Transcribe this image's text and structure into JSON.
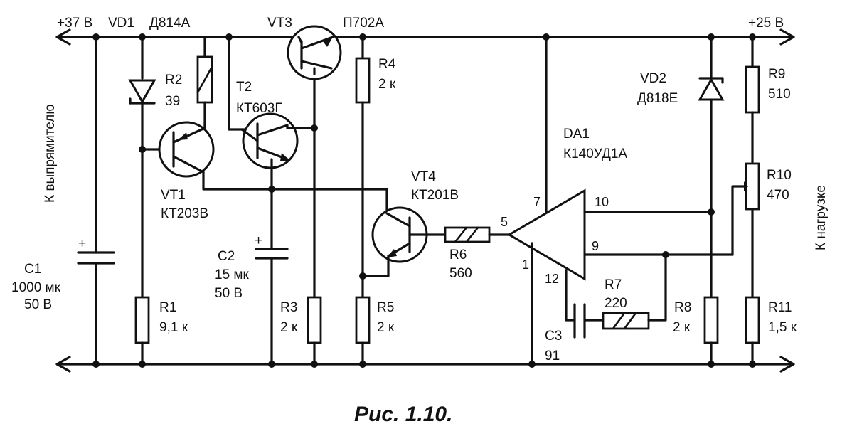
{
  "figure": {
    "caption": "Рис. 1.10."
  },
  "rails": {
    "input_voltage": "+37 В",
    "output_voltage": "+25 В",
    "left_side": "К выпрямителю",
    "right_side": "К нагрузке"
  },
  "components": {
    "VD1": {
      "ref": "VD1",
      "type": "Д814А"
    },
    "VD2": {
      "ref": "VD2",
      "type": "Д818Е"
    },
    "VT1": {
      "ref": "VT1",
      "type": "КТ203В"
    },
    "T2": {
      "ref": "T2",
      "type": "КТ603Г"
    },
    "VT3": {
      "ref": "VT3",
      "type": "П702А"
    },
    "VT4": {
      "ref": "VT4",
      "type": "КТ201В"
    },
    "DA1": {
      "ref": "DA1",
      "type": "К140УД1А"
    },
    "C1": {
      "ref": "C1",
      "value": "1000 мк",
      "voltage": "50 В"
    },
    "C2": {
      "ref": "C2",
      "value": "15 мк",
      "voltage": "50 В"
    },
    "C3": {
      "ref": "C3",
      "value": "91"
    },
    "R1": {
      "ref": "R1",
      "value": "9,1 к"
    },
    "R2": {
      "ref": "R2",
      "value": "39"
    },
    "R3": {
      "ref": "R3",
      "value": "2 к"
    },
    "R4": {
      "ref": "R4",
      "value": "2 к"
    },
    "R5": {
      "ref": "R5",
      "value": "2 к"
    },
    "R6": {
      "ref": "R6",
      "value": "560"
    },
    "R7": {
      "ref": "R7",
      "value": "220"
    },
    "R8": {
      "ref": "R8",
      "value": "2 к"
    },
    "R9": {
      "ref": "R9",
      "value": "510"
    },
    "R10": {
      "ref": "R10",
      "value": "470"
    },
    "R11": {
      "ref": "R11",
      "value": "1,5 к"
    }
  },
  "opamp_pins": {
    "p1": "1",
    "p5": "5",
    "p7": "7",
    "p9": "9",
    "p10": "10",
    "p12": "12"
  },
  "polarity": {
    "c1": "+",
    "c2": "+"
  }
}
